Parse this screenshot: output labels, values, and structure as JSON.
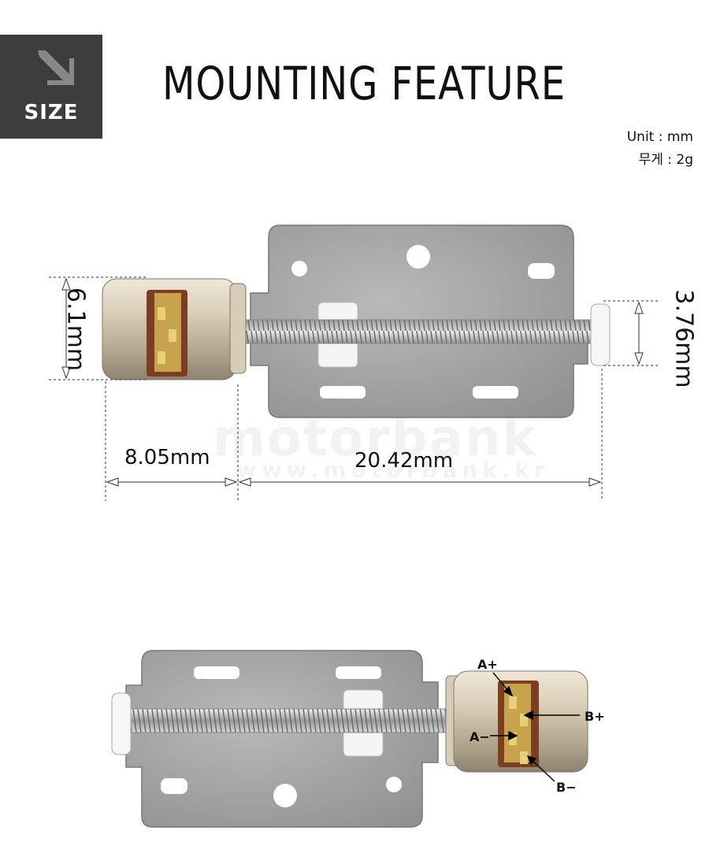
{
  "badge": {
    "label": "SIZE"
  },
  "header": {
    "title": "MOUNTING FEATURE"
  },
  "meta": {
    "unit": "Unit : mm",
    "weight": "무게 : 2g"
  },
  "dimensions": {
    "diameter": "6.1mm",
    "shaft_diameter": "3.76mm",
    "motor_length": "8.05mm",
    "rail_length": "20.42mm"
  },
  "pins": {
    "a_plus": "A+",
    "a_minus": "A−",
    "b_plus": "B+",
    "b_minus": "B−"
  },
  "watermark": {
    "brand": "motorbank",
    "url": "www.motorbank.kr"
  },
  "colors": {
    "badge_bg": "#3d3d3d",
    "plate": "#a7a7a5",
    "brass": "#c9a24e",
    "copper": "#8a4a2a"
  }
}
